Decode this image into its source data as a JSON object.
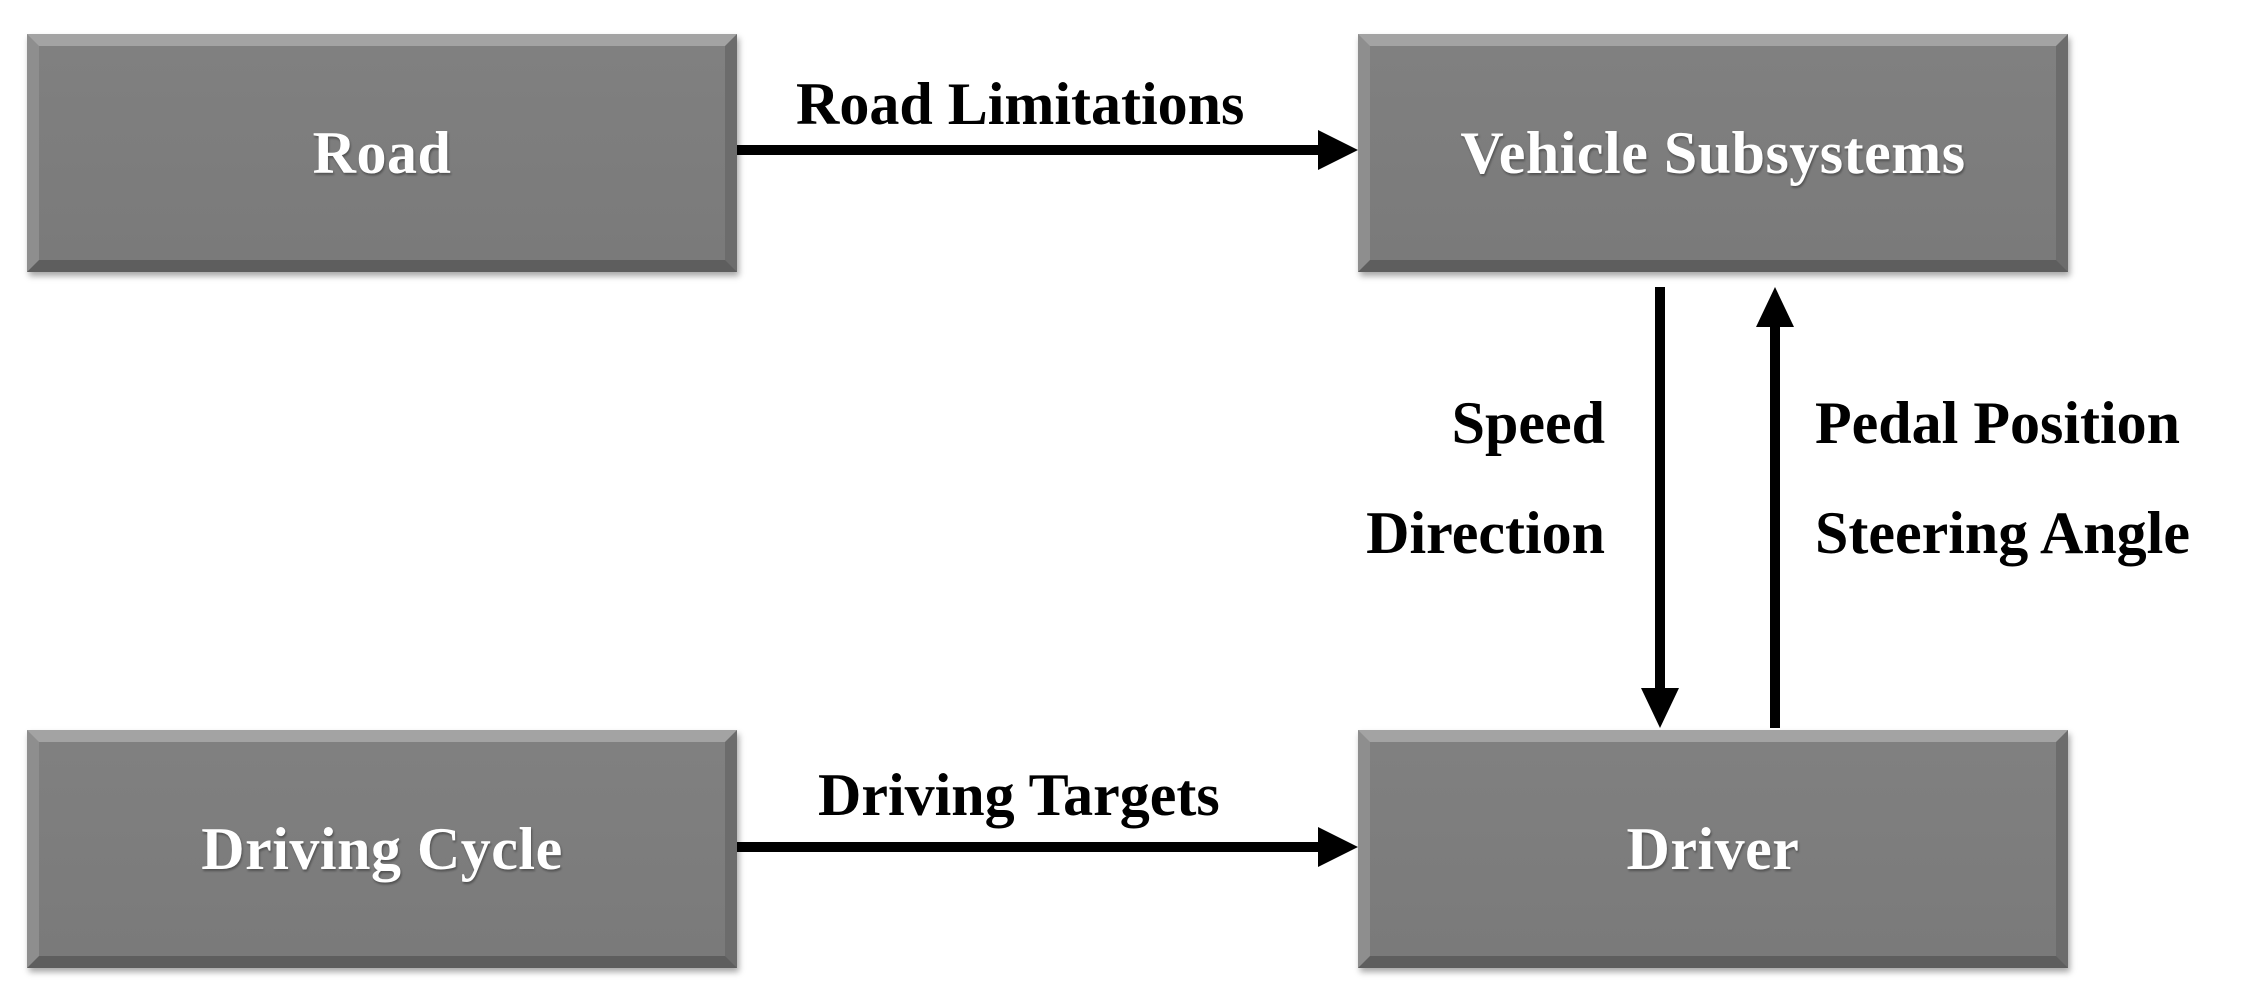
{
  "nodes": {
    "road": "Road",
    "vehicle_subsystems": "Vehicle Subsystems",
    "driving_cycle": "Driving Cycle",
    "driver": "Driver"
  },
  "edges": {
    "road_to_vehicle": "Road Limitations",
    "cycle_to_driver": "Driving Targets",
    "vehicle_to_driver": [
      "Speed",
      "Direction"
    ],
    "driver_to_vehicle": [
      "Pedal Position",
      "Steering Angle"
    ]
  },
  "colors": {
    "box_fill": "#808080",
    "box_text": "#ffffff",
    "arrow": "#000000"
  }
}
